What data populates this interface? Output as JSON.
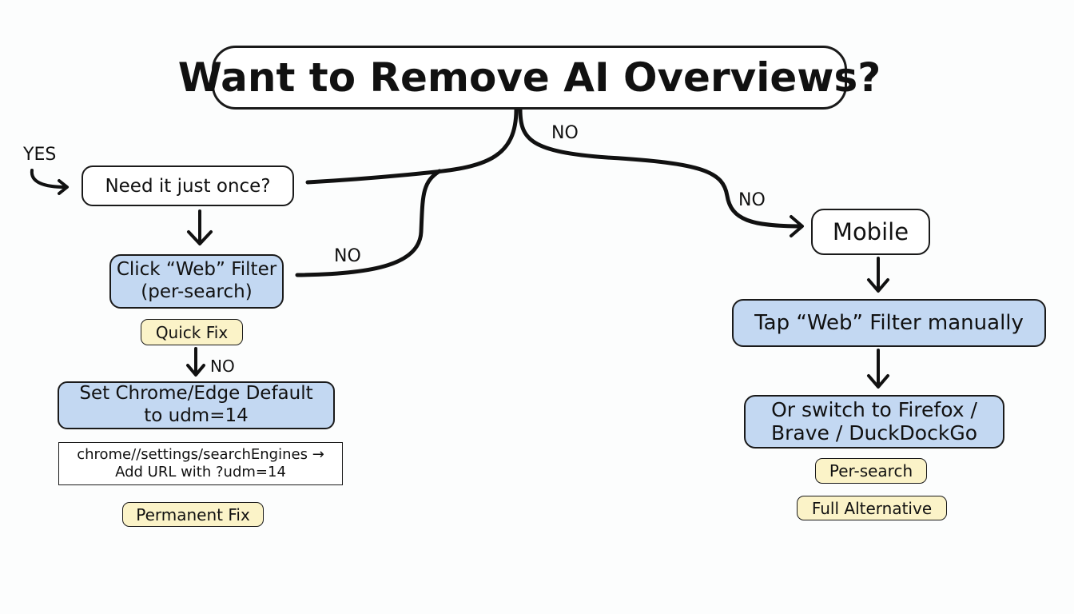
{
  "title": "Want to Remove AI Overviews?",
  "edge_labels": {
    "yes": "YES",
    "no_top": "NO",
    "no_right": "NO",
    "no_middle": "NO",
    "no_left": "NO"
  },
  "left_branch": {
    "question": "Need it just once?",
    "web_filter": {
      "line1": "Click “Web” Filter",
      "line2": "(per-search)"
    },
    "quick_fix": "Quick Fix",
    "default": {
      "line1": "Set Chrome/Edge Default",
      "line2": "to udm=14"
    },
    "instructions": {
      "line1": "chrome//settings/searchEngines →",
      "line2": "Add URL with ?udm=14"
    },
    "permanent_fix": "Permanent Fix"
  },
  "right_branch": {
    "mobile": "Mobile",
    "tap_filter": "Tap “Web” Filter manually",
    "switch": {
      "line1": "Or switch to Firefox /",
      "line2": "Brave / DuckDockGo"
    },
    "per_search": "Per-search",
    "full_alternative": "Full Alternative"
  },
  "colors": {
    "stroke": "#111111",
    "box_blue": "#c3d8f2",
    "tag_yellow": "#fbf3c8",
    "box_white": "#ffffff"
  }
}
